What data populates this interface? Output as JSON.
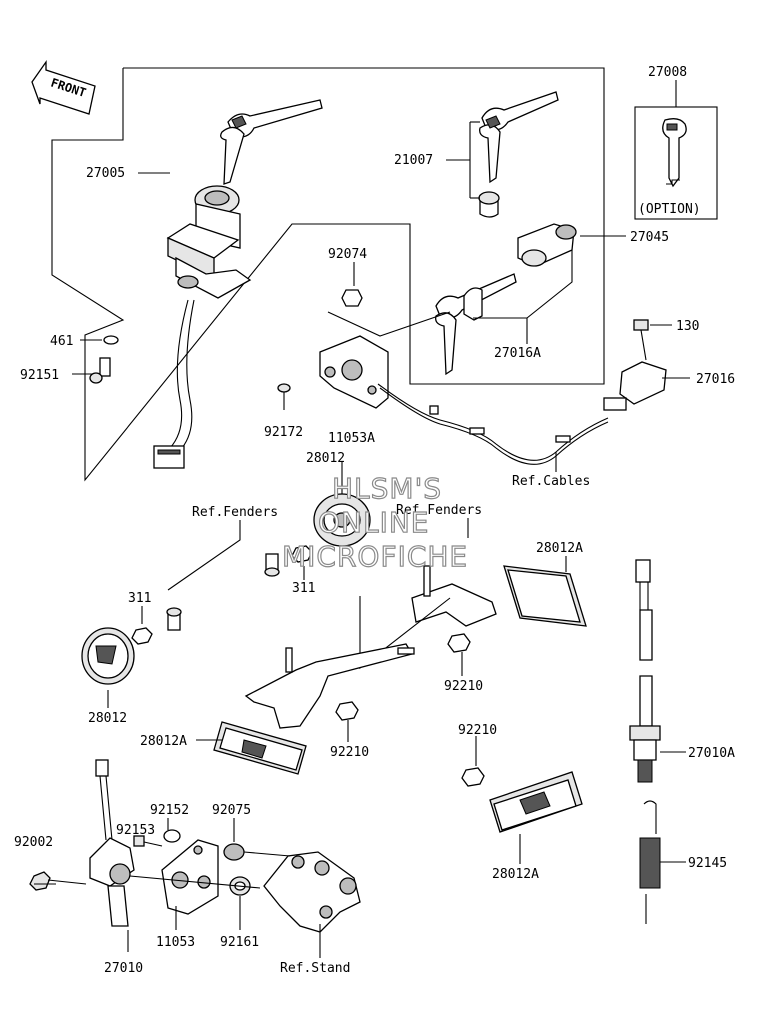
{
  "orientation": {
    "front_label": "FRONT"
  },
  "watermark": {
    "lines": [
      "HLSM'S",
      "ONLINE",
      "MICROFICHE"
    ],
    "color": "#8a8a8a"
  },
  "labels": {
    "p27008": "27008",
    "option": "(OPTION)",
    "p27005": "27005",
    "p21007": "21007",
    "p27045": "27045",
    "p92074": "92074",
    "p461": "461",
    "p92151": "92151",
    "p27016A": "27016A",
    "p130": "130",
    "p27016": "27016",
    "p92172": "92172",
    "p11053A": "11053A",
    "ref_cables": "Ref.Cables",
    "p28012_top": "28012",
    "ref_fenders_left": "Ref.Fenders",
    "ref_fenders_right": "Ref.Fenders",
    "p311_mid": "311",
    "p311_left": "311",
    "p28012A_right": "28012A",
    "p28012_left": "28012",
    "p92210_mid": "92210",
    "p28012A_left": "28012A",
    "p92210_low": "92210",
    "p92210_right": "92210",
    "p27010A": "27010A",
    "p92152": "92152",
    "p92153": "92153",
    "p92075": "92075",
    "p92002": "92002",
    "p92145": "92145",
    "p28012A_bottom": "28012A",
    "p11053": "11053",
    "p92161": "92161",
    "p27010": "27010",
    "ref_stand": "Ref.Stand"
  }
}
